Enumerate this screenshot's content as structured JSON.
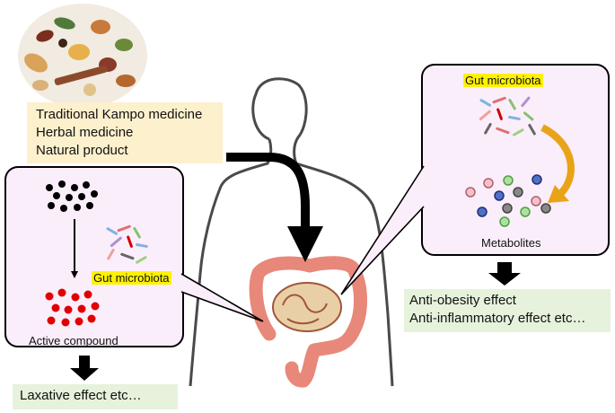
{
  "herb_box": {
    "lines": [
      "Traditional Kampo medicine",
      "Herbal medicine",
      "Natural product"
    ],
    "color": "#fdf0cd"
  },
  "left_panel": {
    "microbiota_label": "Gut microbiota",
    "active_compound_label": "Active compound",
    "compound_color": "#e00000",
    "precursor_color": "#000000"
  },
  "right_panel": {
    "microbiota_label": "Gut microbiota",
    "metabolites_label": "Metabolites",
    "arrow_color": "#e8a317"
  },
  "effects": {
    "left": "Laxative effect etc…",
    "right_lines": [
      "Anti-obesity effect",
      "Anti-inflammatory effect etc…"
    ],
    "color": "#e6f2dc"
  },
  "colors": {
    "panel_fill": "#fbeefb",
    "highlight": "#fff200",
    "intestine_outer": "#e8887a",
    "intestine_inner": "#e9cfa6"
  }
}
